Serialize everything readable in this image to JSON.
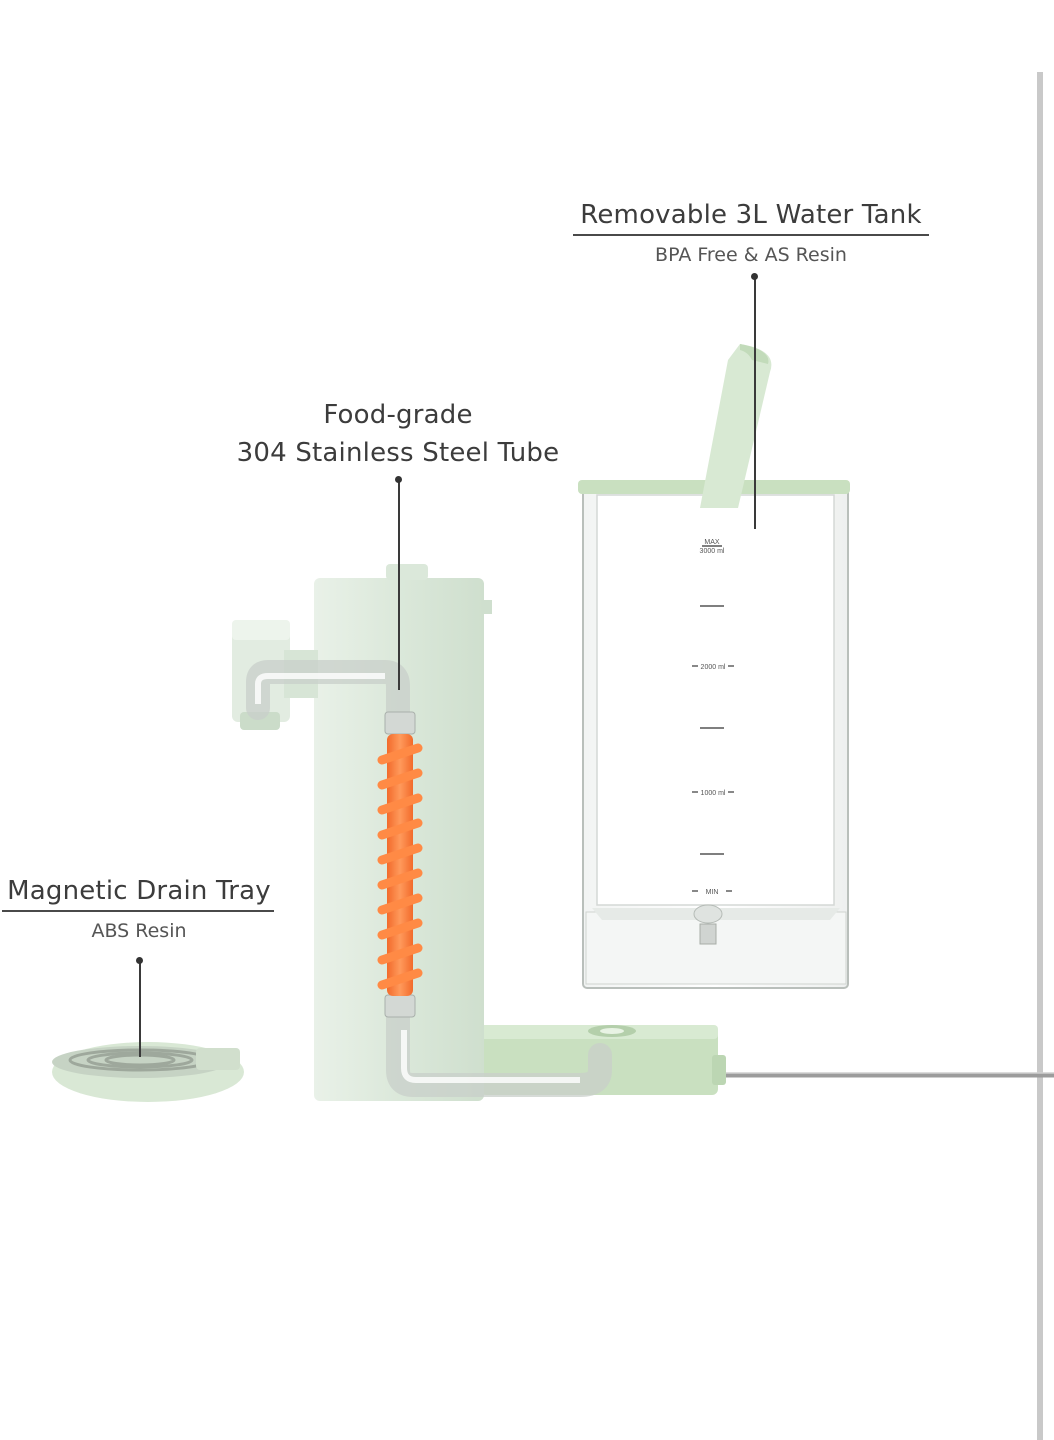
{
  "labels": {
    "tank": {
      "title": "Removable 3L Water Tank",
      "subtitle": "BPA Free & AS Resin"
    },
    "tube": {
      "title_line1": "Food-grade",
      "title_line2": "304 Stainless Steel Tube"
    },
    "tray": {
      "title": "Magnetic Drain Tray",
      "subtitle": "ABS Resin"
    }
  },
  "tank_scale": {
    "max_line1": "MAX",
    "max_line2": "3000 ml",
    "mark_2000": "2000 ml",
    "mark_1000": "1000 ml",
    "min": "MIN"
  },
  "colors": {
    "body": "#dfeadf",
    "accent_green": "#c7e0bf",
    "heater": "#f57a3a",
    "cord": "#9a9a9a"
  }
}
